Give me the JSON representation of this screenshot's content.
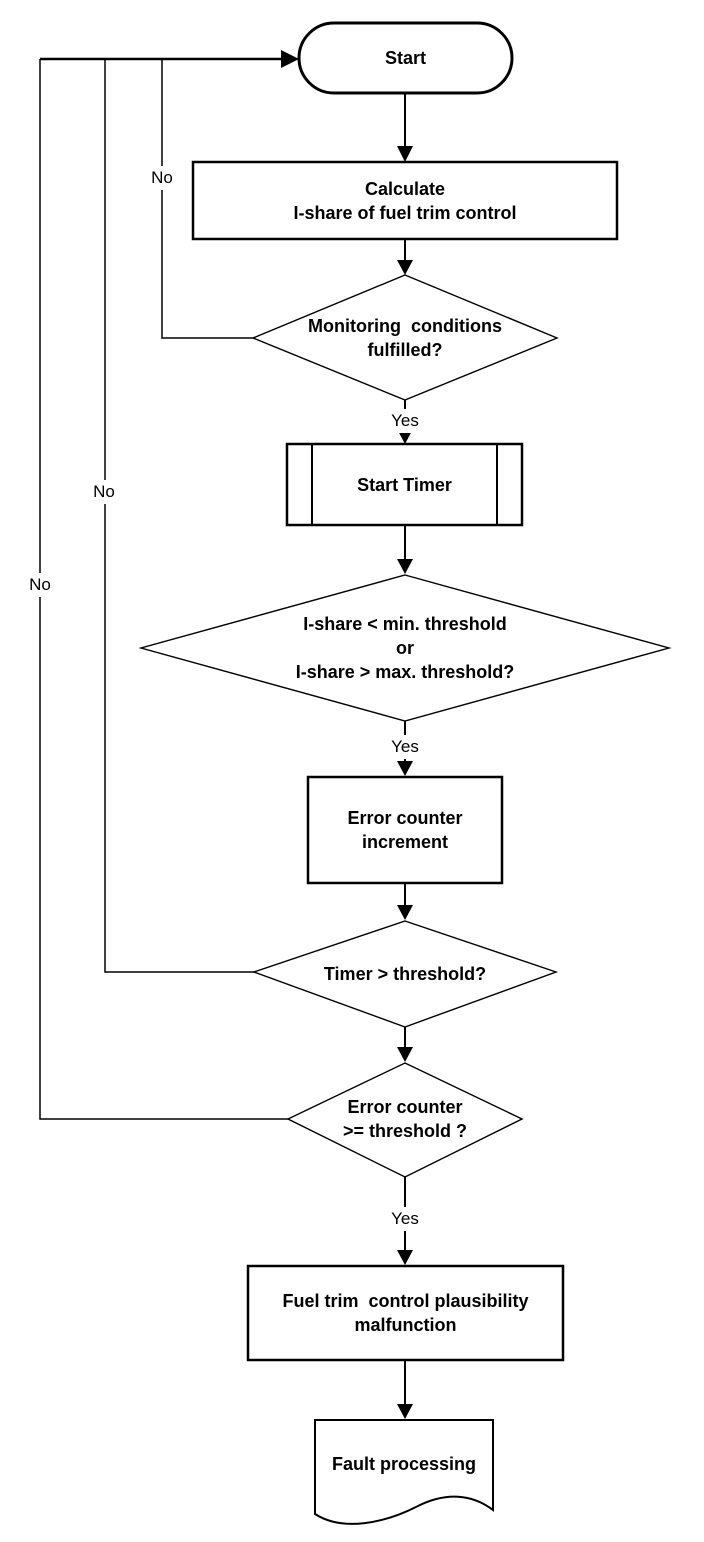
{
  "nodes": {
    "start": {
      "type": "terminator",
      "label": "Start"
    },
    "calculate": {
      "type": "process",
      "label": "Calculate\nI-share of fuel trim control"
    },
    "monitoring_conditions": {
      "type": "decision",
      "label": "Monitoring  conditions\nfulfilled?"
    },
    "start_timer": {
      "type": "predefined_process",
      "label": "Start Timer"
    },
    "ishare_threshold": {
      "type": "decision",
      "label": "I-share < min. threshold\nor\nI-share > max. threshold?"
    },
    "error_counter_increment": {
      "type": "process",
      "label": "Error counter\nincrement"
    },
    "timer_threshold": {
      "type": "decision",
      "label": "Timer > threshold?"
    },
    "error_counter_threshold": {
      "type": "decision",
      "label": "Error counter\n>= threshold ?"
    },
    "malfunction": {
      "type": "process",
      "label": "Fuel trim  control plausibility\nmalfunction"
    },
    "fault_processing": {
      "type": "document",
      "label": "Fault processing"
    }
  },
  "edge_labels": {
    "monitoring_yes": "Yes",
    "ishare_yes": "Yes",
    "error_counter_yes": "Yes",
    "monitoring_no": "No",
    "timer_no": "No",
    "error_counter_no": "No"
  },
  "colors": {
    "stroke": "#000000",
    "text": "#000000",
    "background": "#ffffff"
  }
}
